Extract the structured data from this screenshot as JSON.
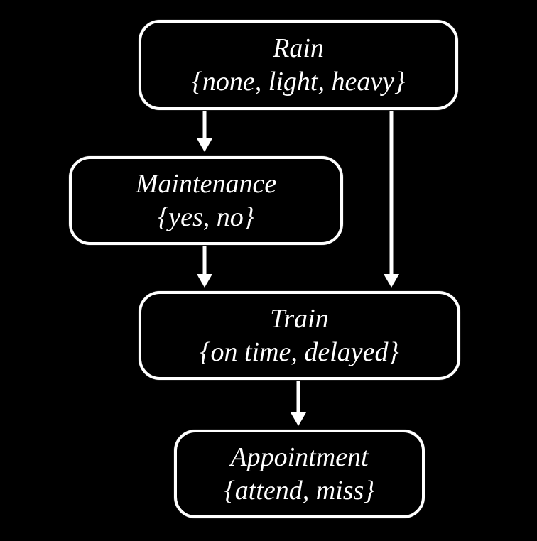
{
  "diagram": {
    "kind": "bayesian-network",
    "background_color": "#000000",
    "node_border_color": "#ffffff",
    "text_color": "#ffffff",
    "arrow_color": "#ffffff"
  },
  "nodes": {
    "rain": {
      "name": "Rain",
      "domain": "{none, light, heavy}"
    },
    "maintenance": {
      "name": "Maintenance",
      "domain": "{yes, no}"
    },
    "train": {
      "name": "Train",
      "domain": "{on time, delayed}"
    },
    "appointment": {
      "name": "Appointment",
      "domain": "{attend, miss}"
    }
  },
  "edges": [
    {
      "from": "Rain",
      "to": "Maintenance"
    },
    {
      "from": "Rain",
      "to": "Train"
    },
    {
      "from": "Maintenance",
      "to": "Train"
    },
    {
      "from": "Train",
      "to": "Appointment"
    }
  ]
}
